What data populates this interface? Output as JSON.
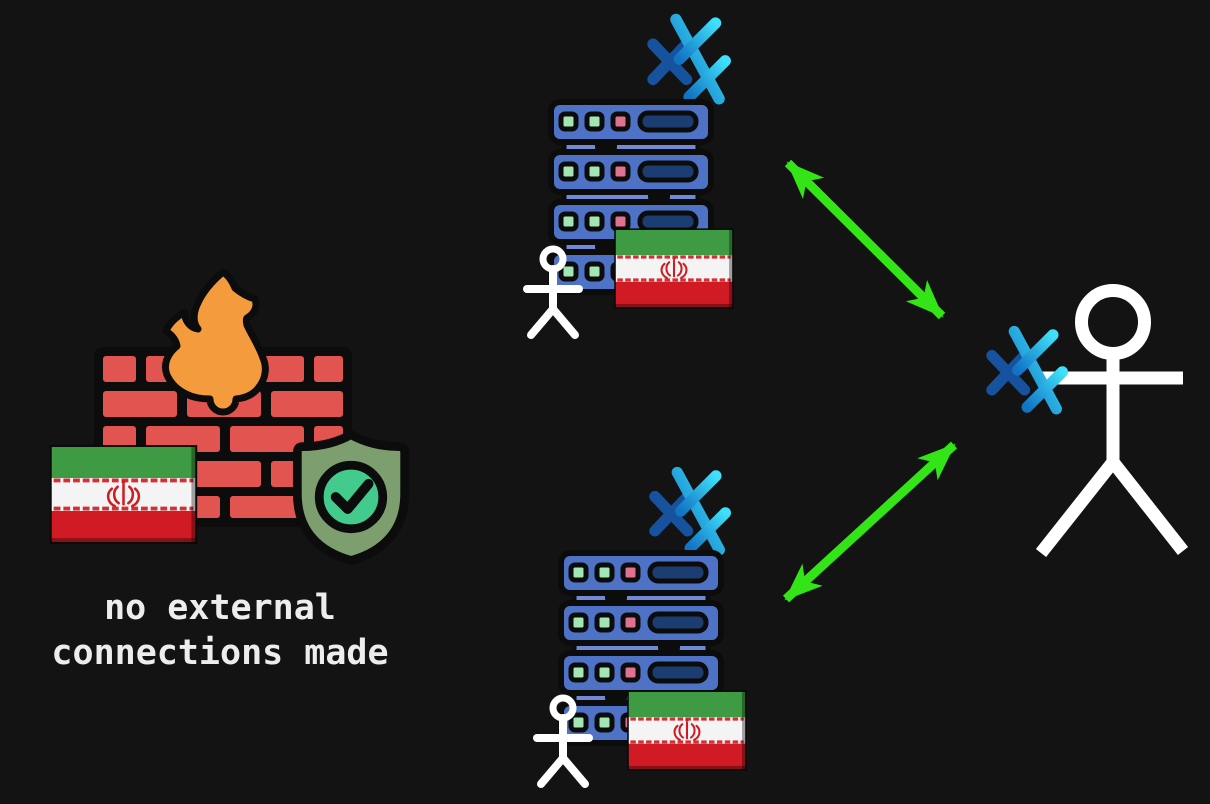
{
  "caption": {
    "line1": "no external",
    "line2": "connections made"
  },
  "colors": {
    "bg": "#131313",
    "caption-text": "#ededed",
    "arrow-green": "#33e516",
    "figure-white": "#ffffff",
    "outline-black": "#0c0c0c",
    "brick-red": "#e2544f",
    "flame-orange": "#f49b3e",
    "shield-green": "#7d9e6e",
    "shield-badge-green": "#43ca8d",
    "server-blue": "#4d72c6",
    "server-connector-blue": "#7289d6",
    "server-slot-navy": "#1c3d72",
    "led-green": "#a3e6b4",
    "led-pink": "#e0718f",
    "snowflake-dark-blue": "#17529e",
    "snowflake-light-1": "#1173c4",
    "snowflake-light-2": "#3fe0fb",
    "flag-green": "#3e9b43",
    "flag-white": "#f4f4f4",
    "flag-red": "#d01b24",
    "flag-emblem-red": "#cf1b22"
  },
  "nodes": {
    "firewall": {
      "icons": [
        "brick-wall-icon",
        "flame-icon",
        "shield-check-icon",
        "iran-flag-icon"
      ]
    },
    "server-top": {
      "icons": [
        "snowflake-icon",
        "server-rack-icon",
        "person-icon",
        "iran-flag-icon"
      ]
    },
    "server-bottom": {
      "icons": [
        "snowflake-icon",
        "server-rack-icon",
        "person-icon",
        "iran-flag-icon"
      ]
    },
    "external-user": {
      "icons": [
        "snowflake-icon",
        "person-icon"
      ]
    }
  },
  "connections": [
    {
      "from": "server-top",
      "to": "external-user",
      "type": "double-headed-arrow"
    },
    {
      "from": "server-bottom",
      "to": "external-user",
      "type": "double-headed-arrow"
    }
  ]
}
